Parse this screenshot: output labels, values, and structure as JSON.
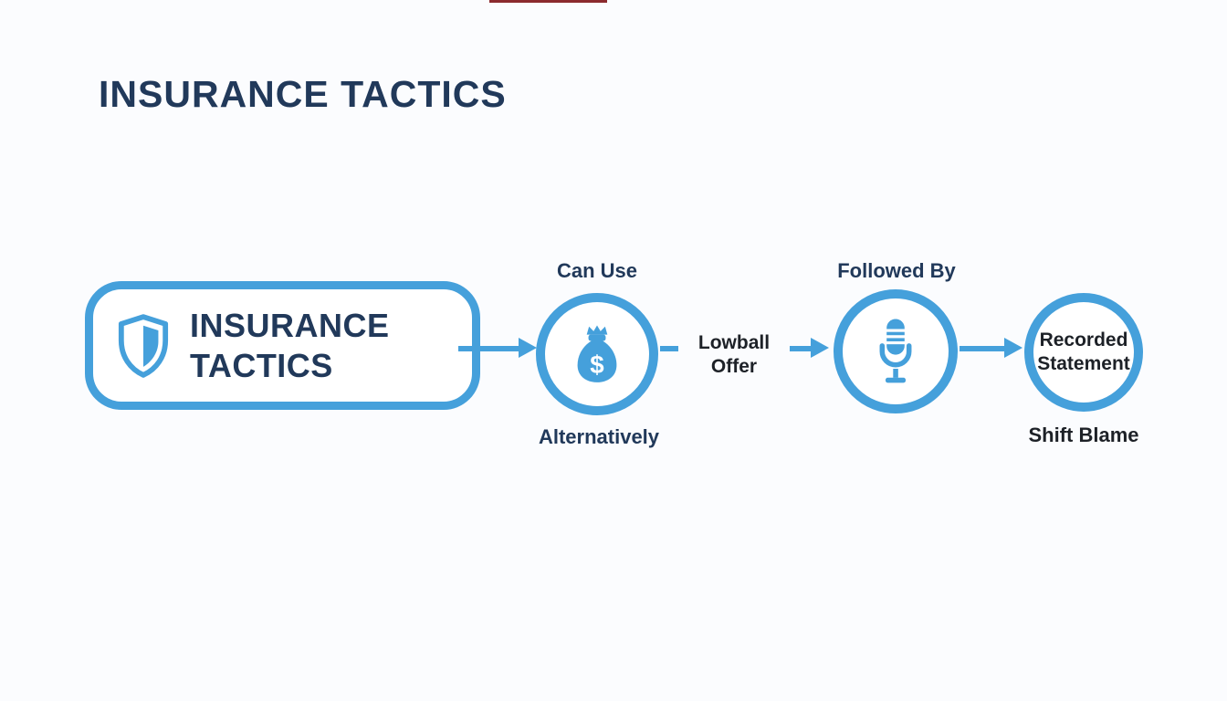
{
  "theme": {
    "background": "#FBFCFE",
    "accent": "#45A0DB",
    "navy": "#21395A",
    "dark": "#1D2127",
    "top_line_red": "#8B2A2E"
  },
  "header": {
    "title": "INSURANCE TACTICS"
  },
  "diagram": {
    "main_node": {
      "icon": "shield-icon",
      "line1": "INSURANCE",
      "line2": "TACTICS"
    },
    "step1": {
      "label_above": "Can Use",
      "icon": "money-bag-icon",
      "icon_symbol": "$",
      "label_below": "Alternatively"
    },
    "edge12": {
      "line1": "Lowball",
      "line2": "Offer"
    },
    "step2": {
      "label_above": "Followed By",
      "icon": "microphone-icon"
    },
    "step3": {
      "line1": "Recorded",
      "line2": "Statement",
      "label_below": "Shift Blame"
    }
  }
}
